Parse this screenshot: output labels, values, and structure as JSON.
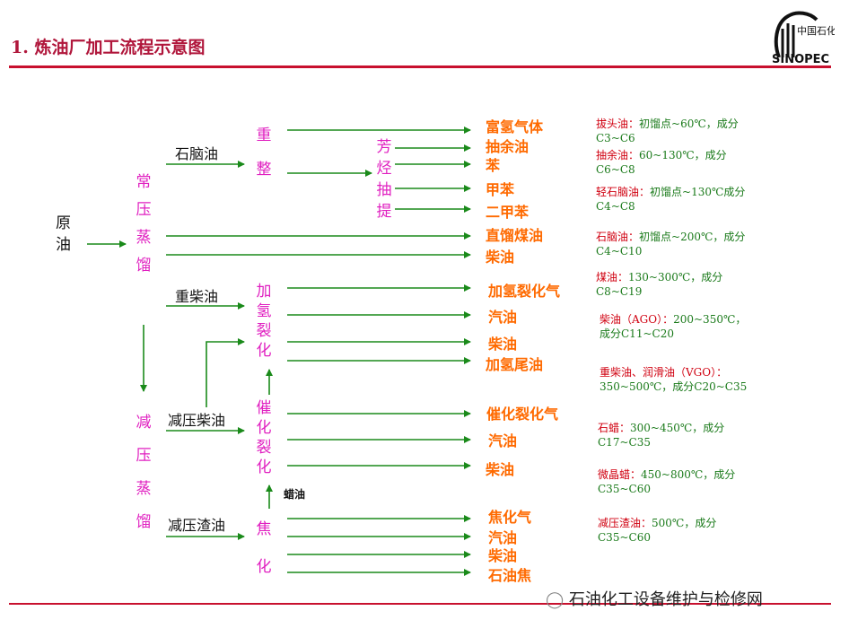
{
  "title": "1. 炼油厂加工流程示意图",
  "feed": "原油",
  "units": {
    "atm": "常压蒸馏",
    "vac": "减压蒸馏",
    "reform": "重整",
    "aromatic": "芳烃抽提",
    "hydrocrack": "加氢裂化",
    "fcc": "催化裂化",
    "coking": "焦化"
  },
  "streams": {
    "naphtha": "石脑油",
    "heavy_diesel": "重柴油",
    "vac_diesel": "减压柴油",
    "vac_residue": "减压渣油",
    "wax_oil": "蜡油"
  },
  "products": {
    "reform": [
      "富氢气体",
      "抽余油",
      "苯",
      "甲苯",
      "二甲苯"
    ],
    "atm": [
      "直馏煤油",
      "柴油"
    ],
    "hydrocrack": [
      "加氢裂化气",
      "汽油",
      "柴油",
      "加氢尾油"
    ],
    "fcc": [
      "催化裂化气",
      "汽油",
      "柴油"
    ],
    "coking": [
      "焦化气",
      "汽油",
      "柴油",
      "石油焦"
    ]
  },
  "notes": [
    {
      "name": "拔头油：",
      "desc_a": "初馏点~60℃，成分",
      "desc_b": "C3~C6"
    },
    {
      "name": "抽余油：",
      "desc_a": "60~130℃，成分",
      "desc_b": "C6~C8"
    },
    {
      "name": "轻石脑油：",
      "desc_a": "初馏点~130℃成分",
      "desc_b": "C4~C8"
    },
    {
      "name": "石脑油：",
      "desc_a": "初馏点~200℃，成分",
      "desc_b": "C4~C10"
    },
    {
      "name": "煤油：",
      "desc_a": "130~300℃，成分",
      "desc_b": "C8~C19"
    },
    {
      "name": "柴油（AGO）：",
      "desc_a": "200~350℃，",
      "desc_b": "成分C11~C20"
    },
    {
      "name": "重柴油、润滑油（VGO）：",
      "desc_a": "",
      "desc_b": "350~500℃，成分C20~C35"
    },
    {
      "name": "石蜡：",
      "desc_a": "300~450℃，成分",
      "desc_b": "C17~C35"
    },
    {
      "name": "微晶蜡：",
      "desc_a": "450~800℃，成分",
      "desc_b": "C35~C60"
    },
    {
      "name": "减压渣油：",
      "desc_a": "500℃，成分",
      "desc_b": "C35~C60"
    }
  ],
  "logo": {
    "top_text": "中国石化",
    "brand": "SINOPEC"
  },
  "footer": "石油化工设备维护与检修网",
  "colors": {
    "arrow": "#1a8a1a",
    "unit": "#e020c0",
    "product": "#ff6a00",
    "rule": "#c8102e"
  }
}
